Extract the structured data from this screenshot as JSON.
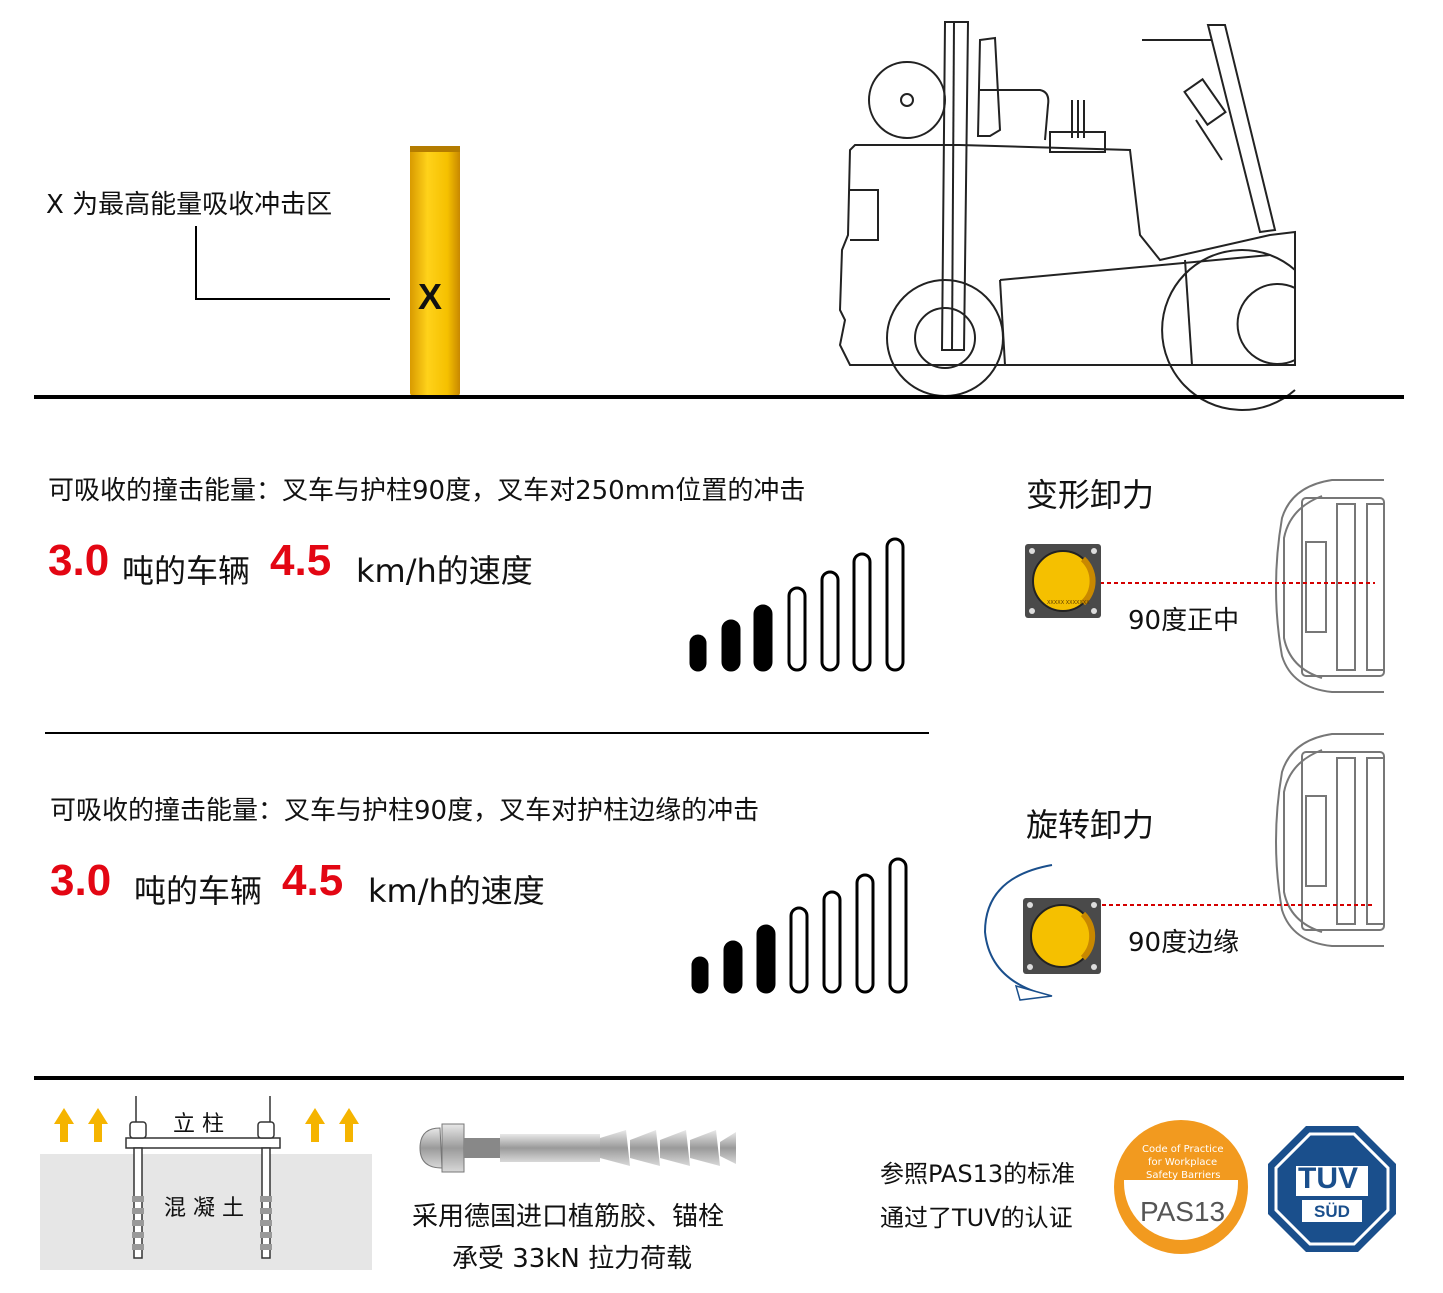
{
  "top": {
    "zone_label": "X 为最高能量吸收冲击区",
    "bollard_mark": "X"
  },
  "section1": {
    "desc": "可吸收的撞击能量：叉车与护柱90度，叉车对250mm位置的冲击",
    "weight_value": "3.0",
    "weight_text": "吨的车辆",
    "speed_value": "4.5",
    "speed_text": "km/h的速度",
    "right_title": "变形卸力",
    "position_label": "90度正中",
    "plate_text": "XXXXX XXXXXXX"
  },
  "section2": {
    "desc": "可吸收的撞击能量：叉车与护柱90度，叉车对护柱边缘的冲击",
    "weight_value": "3.0",
    "weight_text": "吨的车辆",
    "speed_value": "4.5",
    "speed_text": "km/h的速度",
    "right_title": "旋转卸力",
    "position_label": "90度边缘"
  },
  "bottom": {
    "install_post_label": "立 柱",
    "install_ground_label": "混 凝 土",
    "anchor_caption_line1": "采用德国进口植筋胶、锚栓",
    "anchor_caption_line2": "承受 33kN 拉力荷载",
    "cert_line1": "参照PAS13的标准",
    "cert_line2": "通过了TUV的认证",
    "pas_badge_small1": "Code of Practice",
    "pas_badge_small2": "for Workplace",
    "pas_badge_small3": "Safety Barriers",
    "pas_badge_main": "PAS13",
    "tuv_main": "TÜV",
    "tuv_sub": "SÜD"
  },
  "colors": {
    "accent_red": "#e30613",
    "bollard_yellow": "#f5c000",
    "pas_orange": "#f29a1f",
    "tuv_blue": "#1a4f8c"
  }
}
